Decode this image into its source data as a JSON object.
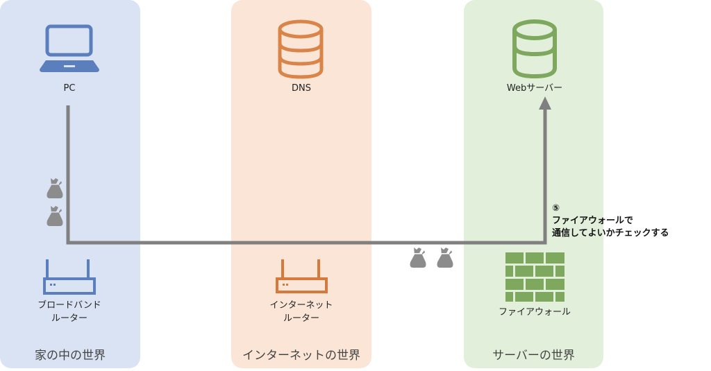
{
  "zones": [
    {
      "id": "home",
      "title": "家の中の世界",
      "color": "#dae3f3",
      "icon_color": "#5b7fbd"
    },
    {
      "id": "internet",
      "title": "インターネットの世界",
      "color": "#fbe5d6",
      "icon_color": "#d9854a"
    },
    {
      "id": "server",
      "title": "サーバーの世界",
      "color": "#e2efda",
      "icon_color": "#7ea85e"
    }
  ],
  "nodes": {
    "pc": {
      "label": "PC",
      "icon": "laptop-icon"
    },
    "dns": {
      "label": "DNS",
      "icon": "database-icon"
    },
    "web_server": {
      "label": "Webサーバー",
      "icon": "database-icon"
    },
    "broadband_router": {
      "label_line1": "ブロードバンド",
      "label_line2": "ルーター",
      "icon": "router-icon"
    },
    "internet_router": {
      "label_line1": "インターネット",
      "label_line2": "ルーター",
      "icon": "router-icon"
    },
    "firewall": {
      "label": "ファイアウォール",
      "icon": "brick-wall-icon"
    }
  },
  "annotation": {
    "step": "⑤",
    "line1": "ファイアウォールで",
    "line2": "通信してよいかチェックする"
  },
  "packets": {
    "icon": "money-bag-icon",
    "color": "#8c8c8c",
    "count_home": 2,
    "count_firewall": 2
  },
  "connection_color": "#808080"
}
